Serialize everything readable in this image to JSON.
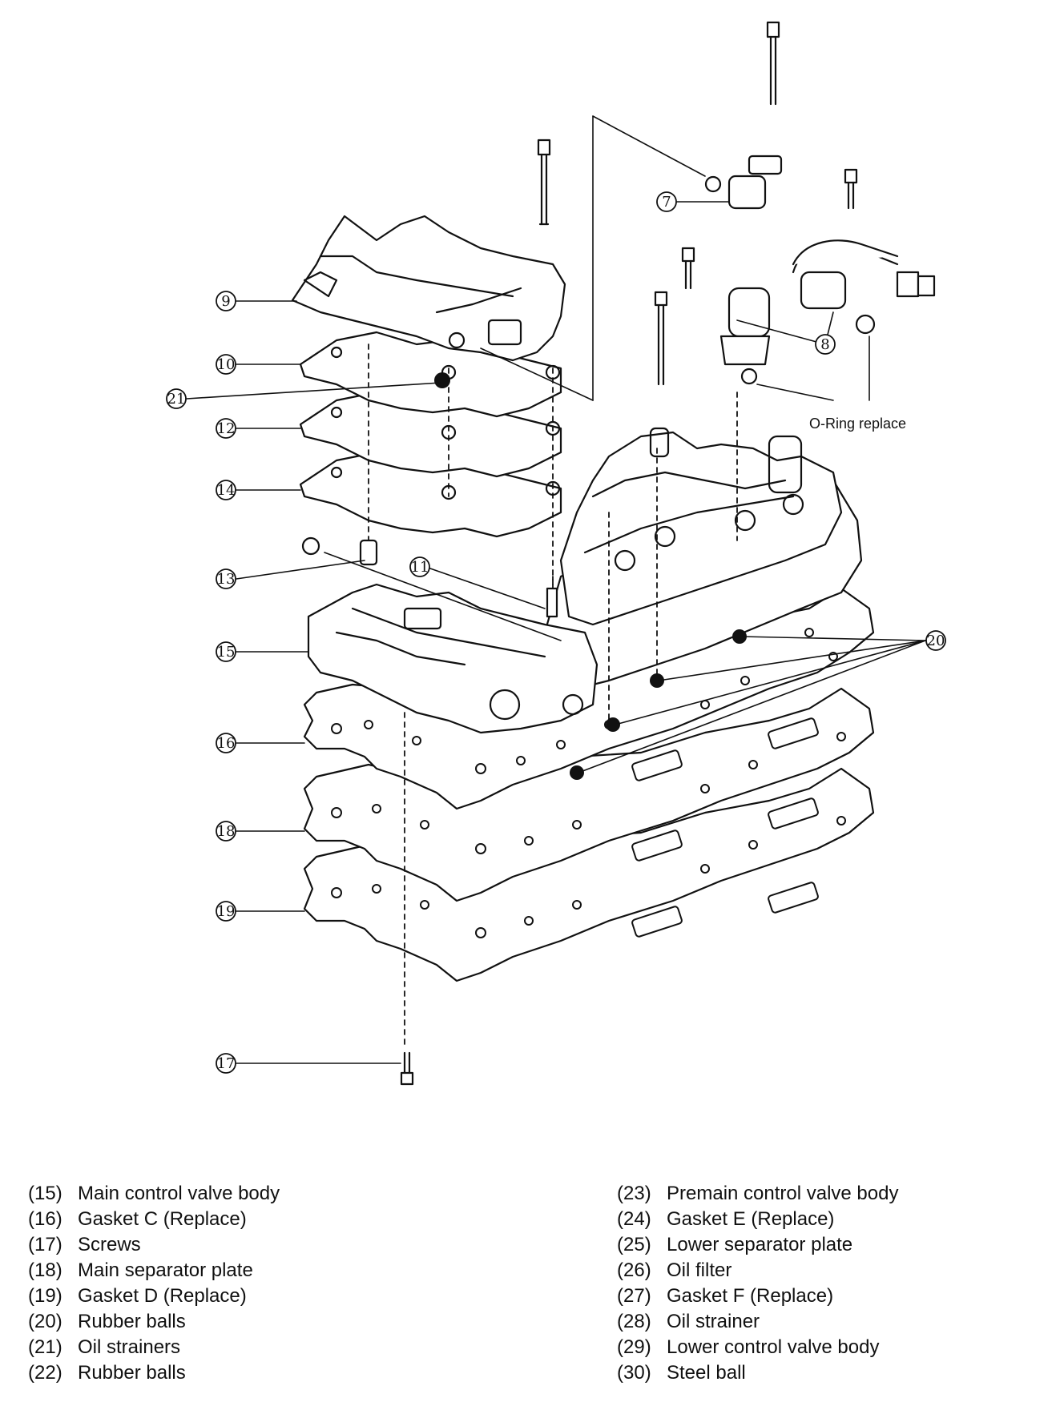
{
  "diagram": {
    "callouts": {
      "c7": "7",
      "c8": "8",
      "c9": "9",
      "c10": "10",
      "c11": "11",
      "c12": "12",
      "c13": "13",
      "c14": "14",
      "c15": "15",
      "c16": "16",
      "c17": "17",
      "c18": "18",
      "c19": "19",
      "c20": "20",
      "c21": "21"
    },
    "note": "O-Ring replace"
  },
  "legend": {
    "left": [
      {
        "num": "(15)",
        "label": "Main control valve body"
      },
      {
        "num": "(16)",
        "label": "Gasket C (Replace)"
      },
      {
        "num": "(17)",
        "label": "Screws"
      },
      {
        "num": "(18)",
        "label": "Main separator plate"
      },
      {
        "num": "(19)",
        "label": "Gasket D (Replace)"
      },
      {
        "num": "(20)",
        "label": "Rubber balls"
      },
      {
        "num": "(21)",
        "label": "Oil strainers"
      },
      {
        "num": "(22)",
        "label": "Rubber balls"
      }
    ],
    "right": [
      {
        "num": "(23)",
        "label": "Premain control valve body"
      },
      {
        "num": "(24)",
        "label": "Gasket E (Replace)"
      },
      {
        "num": "(25)",
        "label": "Lower separator plate"
      },
      {
        "num": "(26)",
        "label": "Oil filter"
      },
      {
        "num": "(27)",
        "label": "Gasket F (Replace)"
      },
      {
        "num": "(28)",
        "label": "Oil strainer"
      },
      {
        "num": "(29)",
        "label": "Lower control valve body"
      },
      {
        "num": "(30)",
        "label": "Steel ball"
      }
    ]
  }
}
